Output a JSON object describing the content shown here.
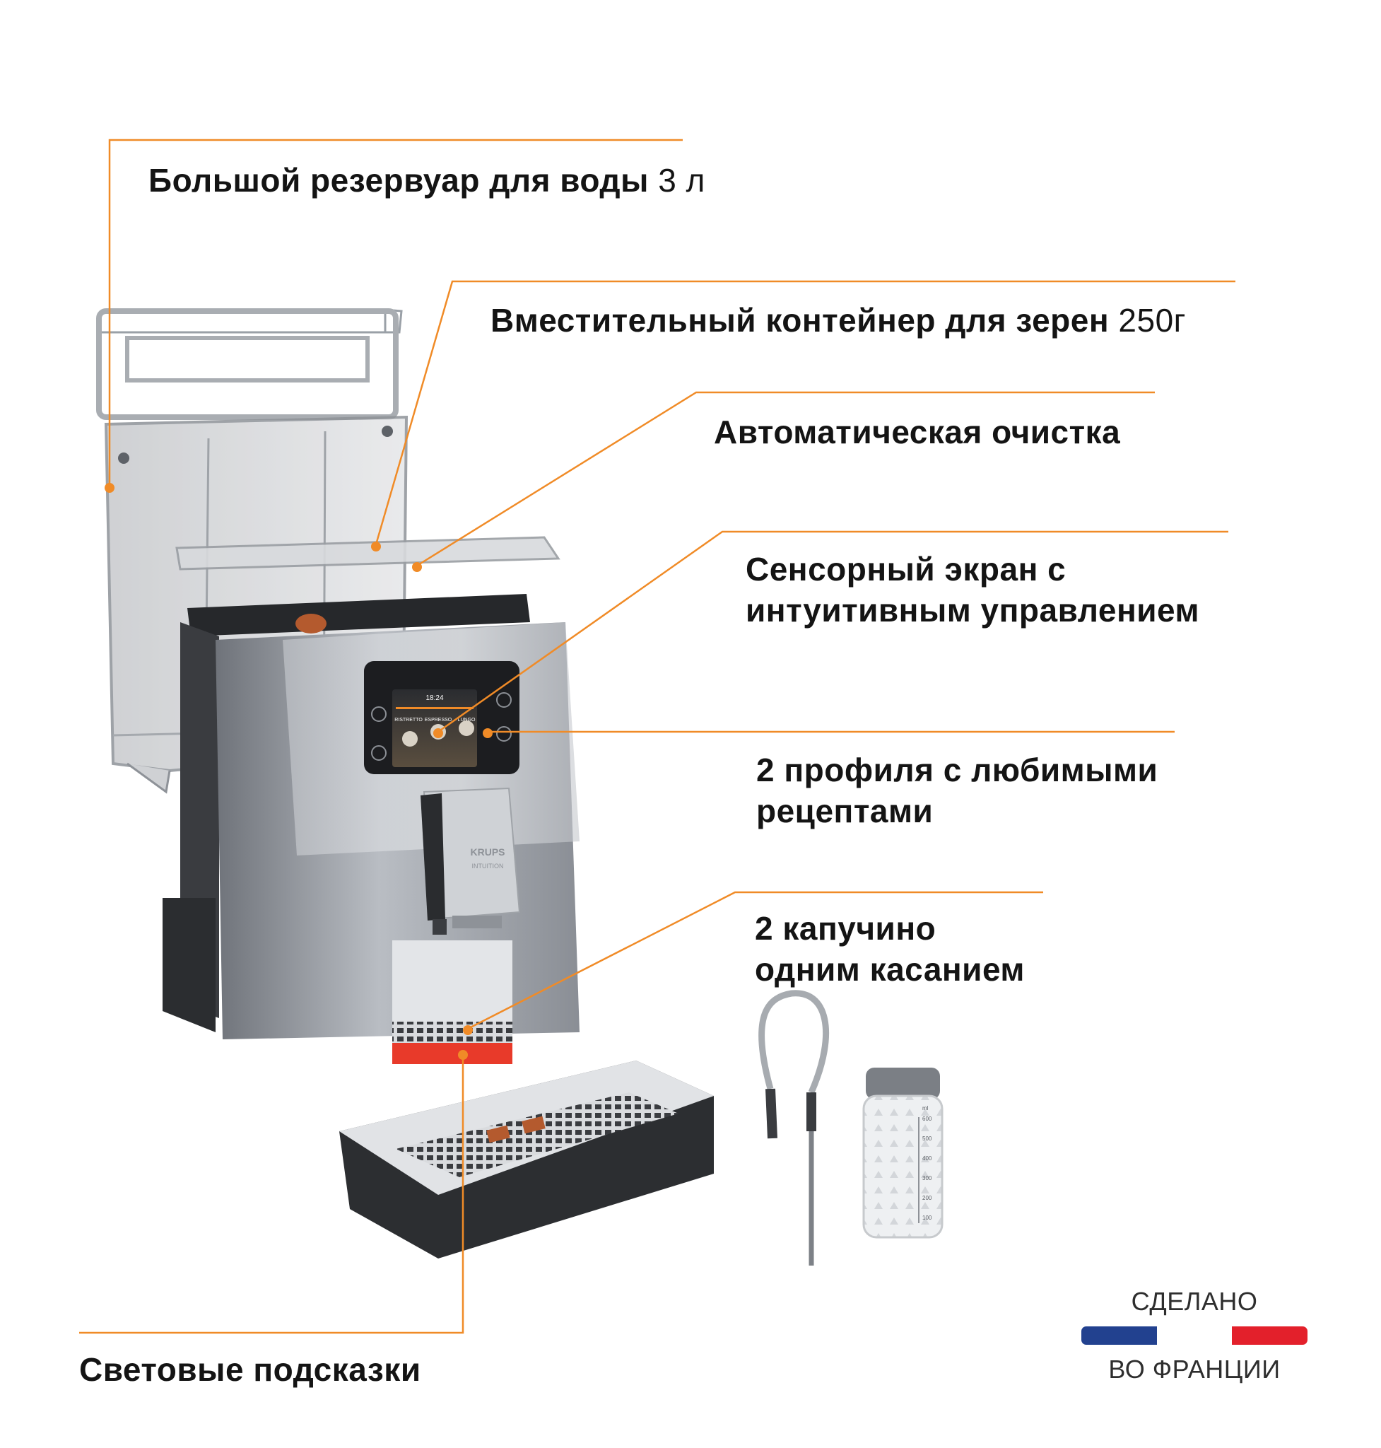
{
  "features": [
    {
      "id": "water-tank",
      "title": "Большой резервуар для воды",
      "spec": "3 л"
    },
    {
      "id": "bean-container",
      "title": "Вместительный контейнер для зерен",
      "spec": "250г"
    },
    {
      "id": "auto-clean",
      "title": "Автоматическая очистка"
    },
    {
      "id": "touchscreen",
      "line1": "Сенсорный экран с",
      "line2": "интуитивным управлением"
    },
    {
      "id": "profiles",
      "line1": "2 профиля с любимыми",
      "line2": "рецептами"
    },
    {
      "id": "cappuccino",
      "line1": "2 капучино",
      "line2": "одним касанием"
    },
    {
      "id": "light-hints",
      "title": "Световые подсказки"
    }
  ],
  "product": {
    "brand": "KRUPS",
    "model": "INTUITION",
    "screen": {
      "time": "18:24",
      "drinks": [
        "RISTRETTO",
        "ESPRESSO",
        "LUNGO"
      ]
    },
    "jar_scale_unit": "ml",
    "jar_scale": [
      "600",
      "500",
      "400",
      "300",
      "200",
      "100"
    ]
  },
  "badge": {
    "top": "СДЕЛАНО",
    "bottom": "ВО ФРАНЦИИ",
    "colors": [
      "#22418f",
      "#ffffff",
      "#e3202b"
    ]
  },
  "colors": {
    "accent": "#f08b27",
    "text": "#141414"
  }
}
